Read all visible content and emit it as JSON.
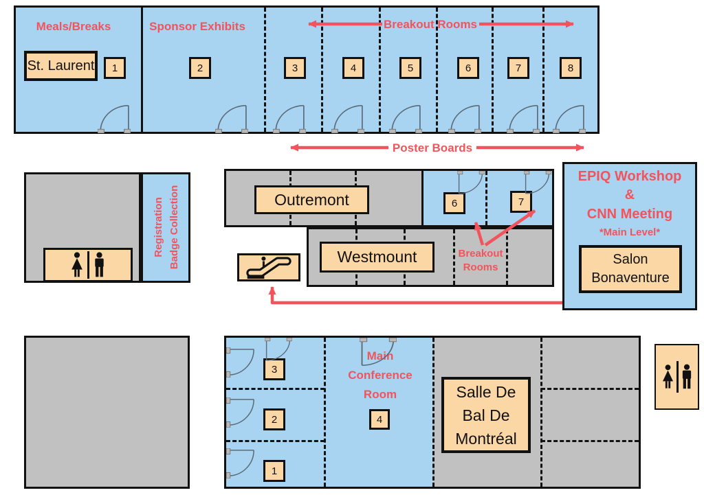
{
  "colors": {
    "blue": "#A8D4F2",
    "gray": "#C1C1C1",
    "tan": "#FBD7A6",
    "red": "#F1545C",
    "wall": "#111111"
  },
  "top_wing": {
    "meals_label": "Meals/Breaks",
    "sponsor_label": "Sponsor Exhibits",
    "breakout_label": "Breakout Rooms",
    "st_laurent_label": "St. Laurent",
    "room_numbers": [
      "1",
      "2",
      "3",
      "4",
      "5",
      "6",
      "7",
      "8"
    ],
    "poster_label": "Poster Boards"
  },
  "registration_area": {
    "label_line1": "Registration",
    "label_line2": "Badge Collection"
  },
  "mid_wing": {
    "outremont_label": "Outremont",
    "westmount_label": "Westmount",
    "breakout_line1": "Breakout",
    "breakout_line2": "Rooms",
    "room_numbers": [
      "6",
      "7"
    ]
  },
  "epiq_box": {
    "line1": "EPIQ Workshop",
    "line2": "&",
    "line3": "CNN Meeting",
    "line4": "*Main Level*",
    "salon_line1": "Salon",
    "salon_line2": "Bonaventure"
  },
  "bottom_wing": {
    "conf_line1": "Main",
    "conf_line2": "Conference",
    "conf_line3": "Room",
    "left_room_numbers": [
      "3",
      "2",
      "1"
    ],
    "room4_number": "4",
    "salle_line1": "Salle De",
    "salle_line2": "Bal De",
    "salle_line3": "Montréal"
  },
  "icons": {
    "restroom": "woman-and-man-restroom-figures",
    "escalator": "escalator-symbol",
    "door": "door-swing-arc"
  }
}
